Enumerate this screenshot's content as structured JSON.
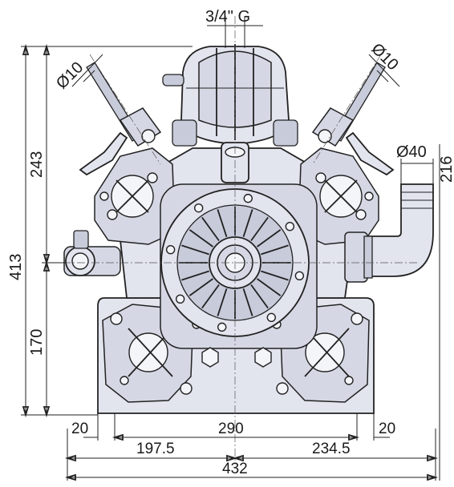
{
  "dimensions": {
    "inlet_thread": "3/4\" G",
    "left_hose": "Ø10",
    "right_hose": "Ø10",
    "outlet_diameter": "Ø40",
    "outlet_offset": "216",
    "upper_height": "243",
    "total_height": "413",
    "lower_height": "170",
    "foot_left": "20",
    "foot_span": "290",
    "foot_right": "20",
    "left_to_center": "197.5",
    "right_to_center": "234.5",
    "total_width": "432"
  }
}
